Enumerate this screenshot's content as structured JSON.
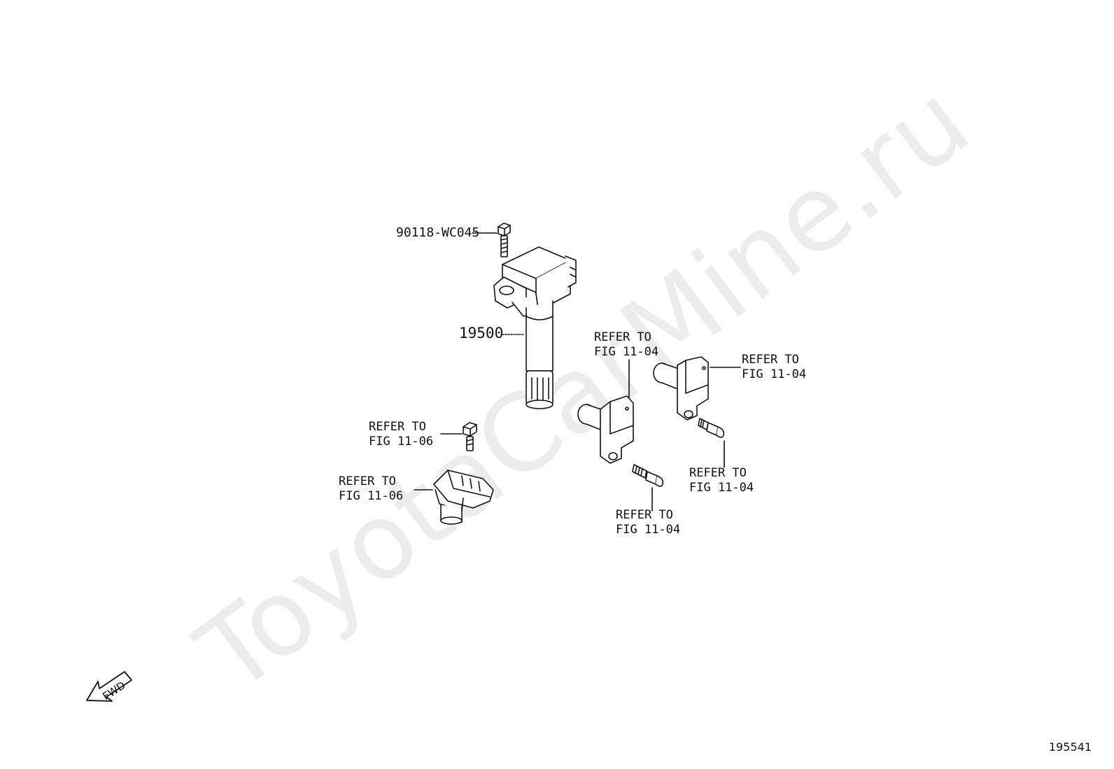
{
  "watermark": "ToyotaCarMine.ru",
  "fwd_label": "FWD",
  "figure_number": "195541",
  "parts": {
    "bolt_part_no": "90118-WC045",
    "ignition_coil_part_no": "19500"
  },
  "callouts": [
    {
      "id": "cam-sensor-1",
      "line1": "REFER TO",
      "line2": "FIG 11-04"
    },
    {
      "id": "cam-sensor-2",
      "line1": "REFER TO",
      "line2": "FIG 11-04"
    },
    {
      "id": "bolt-left",
      "line1": "REFER TO",
      "line2": "FIG 11-06"
    },
    {
      "id": "crank-sensor",
      "line1": "REFER TO",
      "line2": "FIG 11-06"
    },
    {
      "id": "bolt-right",
      "line1": "REFER TO",
      "line2": "FIG 11-04"
    },
    {
      "id": "bolt-middle",
      "line1": "REFER TO",
      "line2": "FIG 11-04"
    }
  ]
}
